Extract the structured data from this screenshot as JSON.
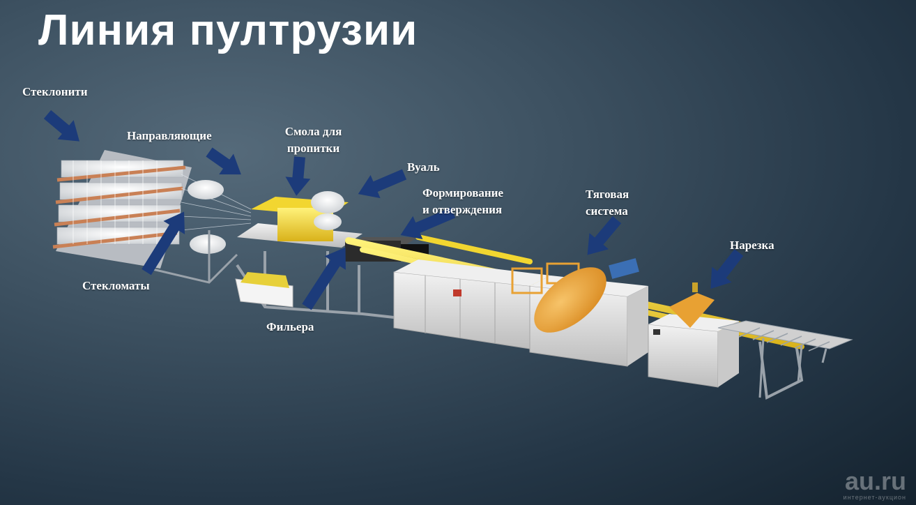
{
  "title": "Линия пултрузии",
  "labels": {
    "steklonity": "Стеклонити",
    "napravlyayushchie": "Направляющие",
    "smola_1": "Смола для",
    "smola_2": "пропитки",
    "vual": "Вуаль",
    "formirovanie_1": "Формирование",
    "formirovanie_2": "и отверждения",
    "tyagovaya_1": "Тяговая",
    "tyagovaya_2": "система",
    "narezka": "Нарезка",
    "steklomaty": "Стекломаты",
    "filera": "Фильера"
  },
  "watermark": {
    "logo": "au.ru",
    "subtitle": "интернет-аукцион"
  },
  "colors": {
    "background": "#2b3e4e",
    "arrow": "#1c3b7a",
    "machine_grey": "#d8d8d8",
    "profile_yellow": "#f2d630",
    "puller_orange": "#e8a133"
  }
}
